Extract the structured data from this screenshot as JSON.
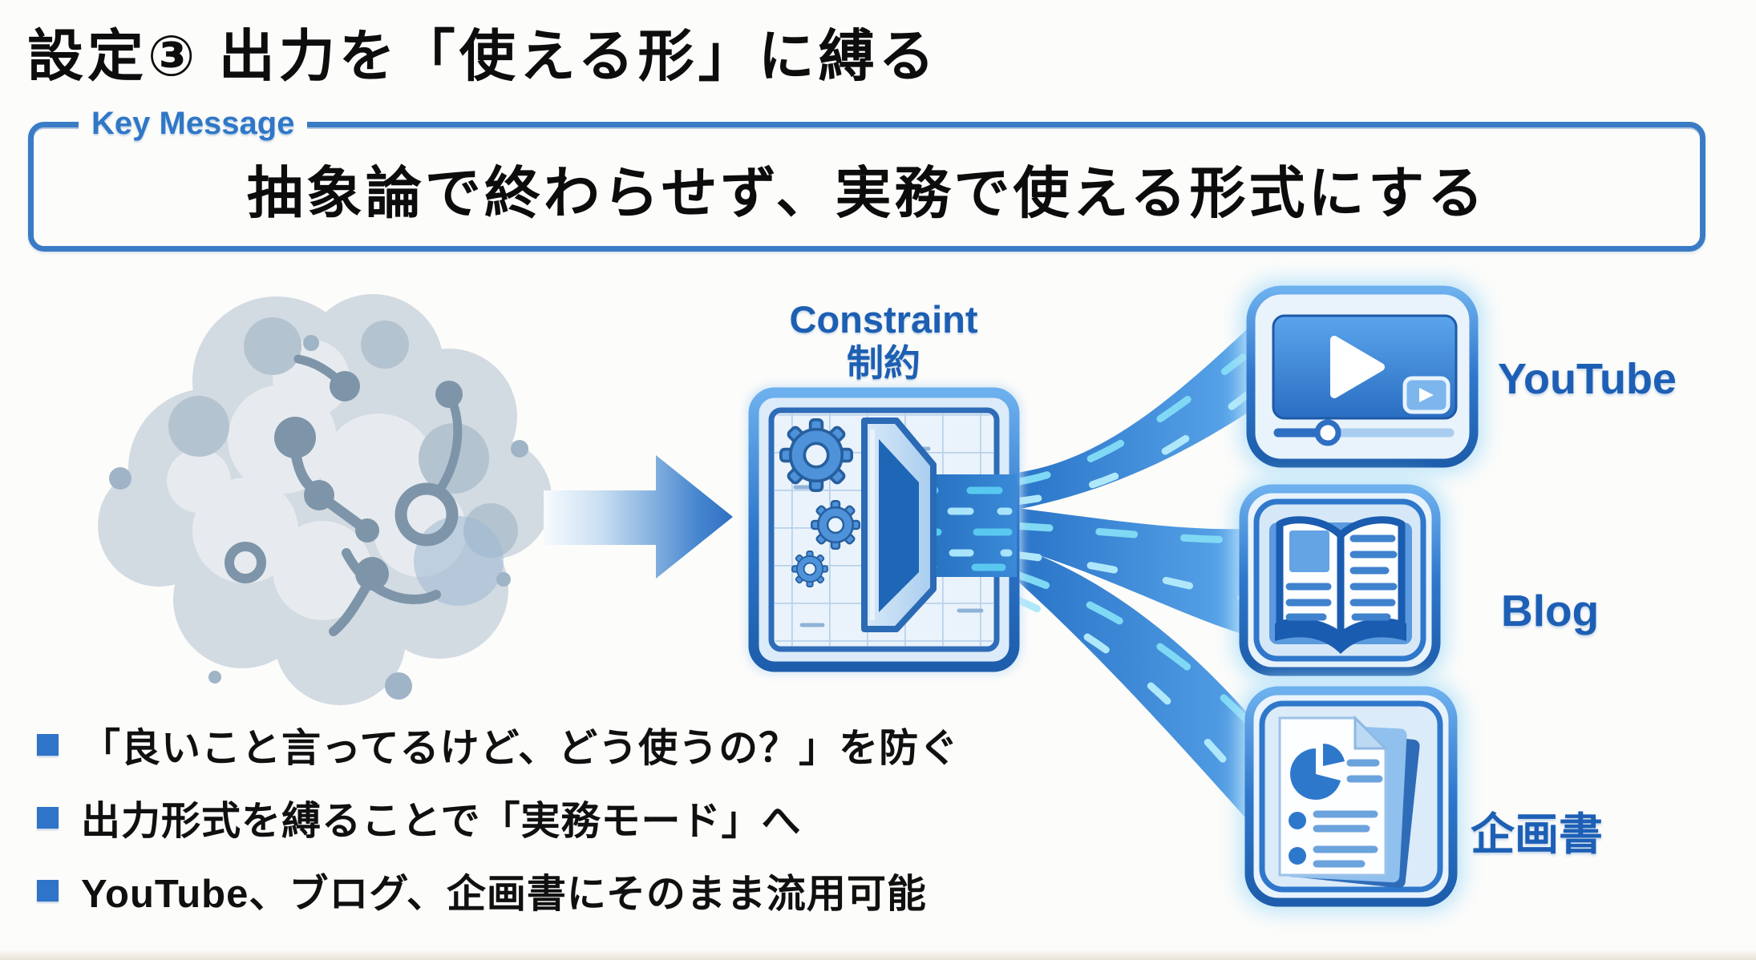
{
  "slide": {
    "title": "設定③ 出力を「使える形」に縛る",
    "key_message": {
      "label": "Key Message",
      "text": "抽象論で終わらせず、実務で使える形式にする"
    },
    "diagram": {
      "input": {
        "name": "abstract-idea-cloud"
      },
      "constraint": {
        "label_en": "Constraint",
        "label_ja": "制約"
      },
      "outputs": [
        {
          "label": "YouTube",
          "icon": "video-player-icon"
        },
        {
          "label": "Blog",
          "icon": "open-book-icon"
        },
        {
          "label": "企画書",
          "icon": "proposal-document-icon"
        }
      ]
    },
    "bullets": [
      "「良いこと言ってるけど、どう使うの？」を防ぐ",
      "出力形式を縛ることで「実務モード」へ",
      "YouTube、ブログ、企画書にそのまま流用可能"
    ],
    "colors": {
      "accent_blue": "#2e6fc4",
      "label_blue": "#1d5fb5",
      "border_blue": "#3a7bc6",
      "stream_cyan": "#6fd2f2",
      "cloud_gray": "#aebfcc"
    }
  }
}
